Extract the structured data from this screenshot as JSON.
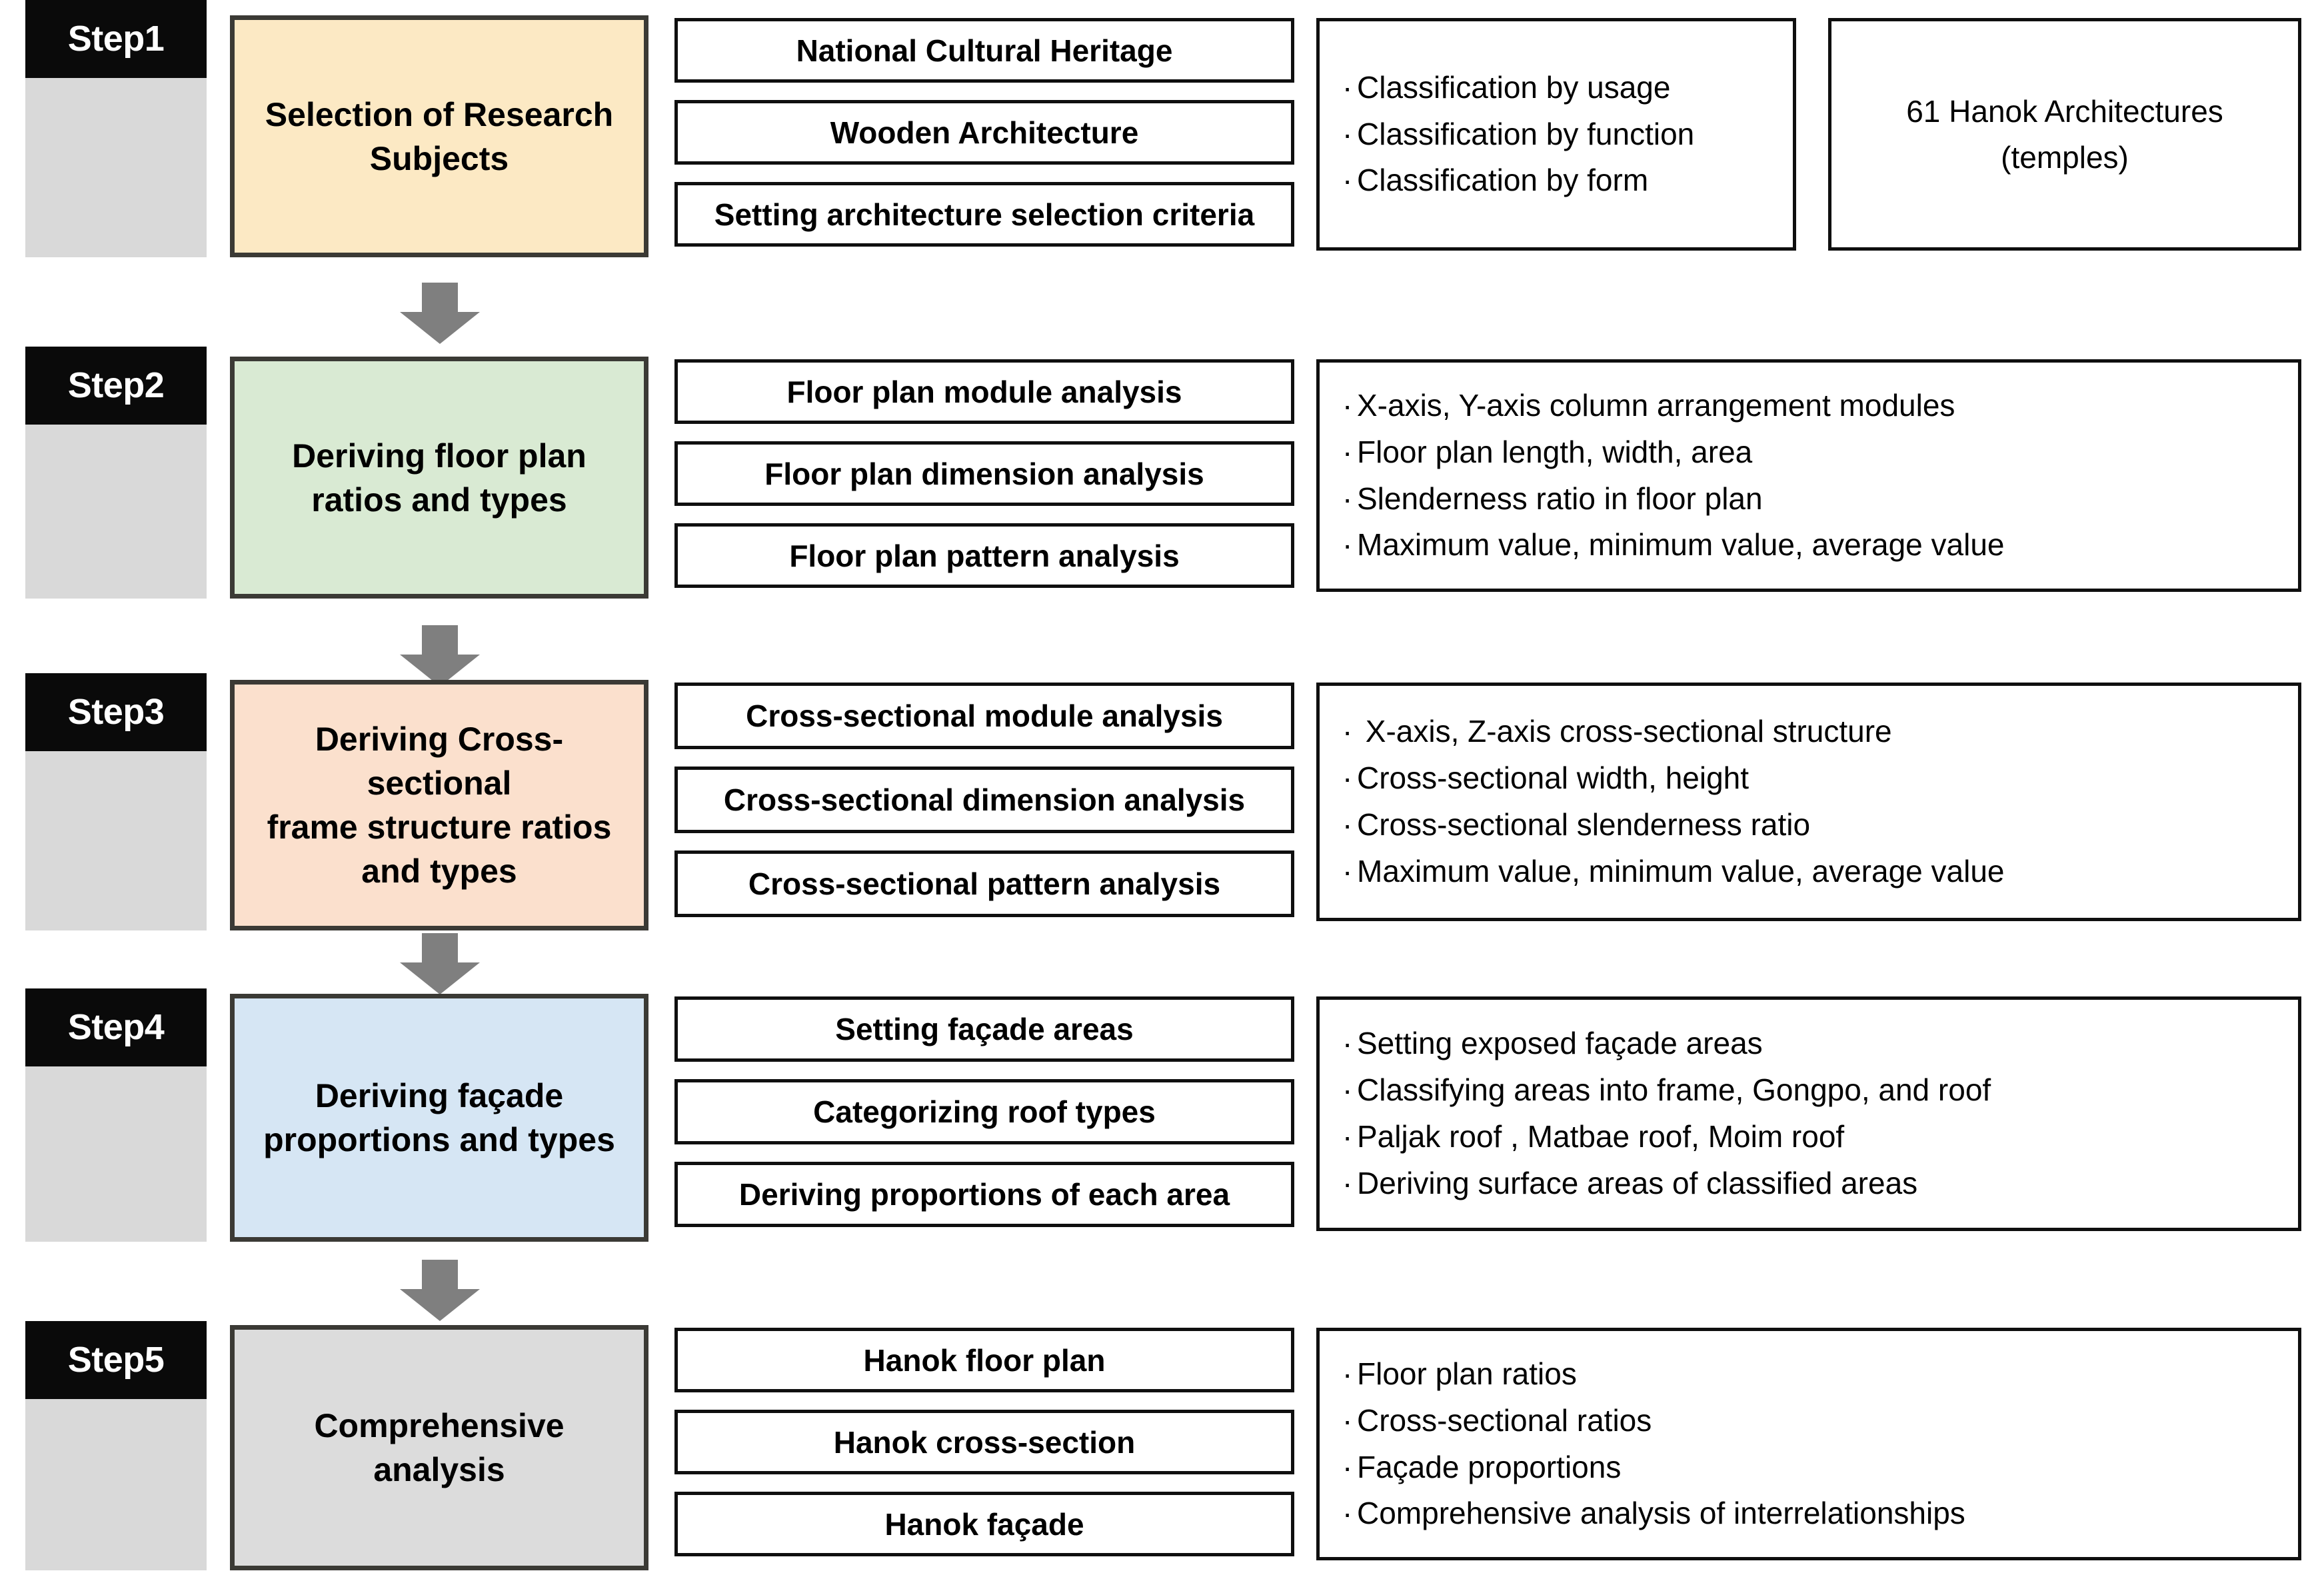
{
  "diagram": {
    "title": "Research process flowchart for Hanok architecture analysis",
    "arrow_icon": "down-arrow-icon",
    "colors": {
      "step_badge_bg": "#0a0a0a",
      "step_badge_text": "#ffffff",
      "step_rail": "#d9d9d9",
      "arrow": "#7f7f7f",
      "box_border": "#0f0f0f",
      "title_border": "#3b3a35"
    },
    "steps": [
      {
        "badge": "Step1",
        "title_lines": [
          "Selection of Research",
          "Subjects"
        ],
        "title_fill": "#fce9c4",
        "tasks": [
          "National Cultural Heritage",
          "Wooden Architecture",
          "Setting architecture selection criteria"
        ],
        "bullets": [
          "Classification by usage",
          "Classification by function",
          "Classification by form"
        ],
        "result_lines": [
          "61 Hanok Architectures",
          "(temples)"
        ]
      },
      {
        "badge": "Step2",
        "title_lines": [
          "Deriving  floor plan",
          "ratios and types"
        ],
        "title_fill": "#d9ead3",
        "tasks": [
          "Floor plan module analysis",
          "Floor plan dimension analysis",
          "Floor plan pattern analysis"
        ],
        "bullets": [
          "X-axis, Y-axis column arrangement modules",
          "Floor plan length, width, area",
          "Slenderness ratio in floor plan",
          "Maximum value, minimum value, average value"
        ],
        "result_lines": []
      },
      {
        "badge": "Step3",
        "title_lines": [
          "Deriving Cross-sectional",
          "frame structure ratios",
          "and types"
        ],
        "title_fill": "#fbe0cd",
        "tasks": [
          "Cross-sectional module analysis",
          "Cross-sectional dimension analysis",
          "Cross-sectional pattern analysis"
        ],
        "bullets": [
          " X-axis, Z-axis cross-sectional structure",
          "Cross-sectional width, height",
          "Cross-sectional slenderness ratio",
          "Maximum value, minimum value, average value"
        ],
        "result_lines": []
      },
      {
        "badge": "Step4",
        "title_lines": [
          "Deriving façade",
          "proportions and types"
        ],
        "title_fill": "#d6e6f4",
        "tasks": [
          "Setting façade areas",
          "Categorizing roof types",
          "Deriving proportions of each area"
        ],
        "bullets": [
          "Setting exposed façade areas",
          "Classifying areas into frame, Gongpo, and roof",
          "Paljak roof , Matbae roof, Moim roof",
          "Deriving surface areas of classified areas"
        ],
        "result_lines": []
      },
      {
        "badge": "Step5",
        "title_lines": [
          "Comprehensive analysis"
        ],
        "title_fill": "#dcdcdc",
        "tasks": [
          "Hanok floor plan",
          "Hanok cross-section",
          "Hanok façade"
        ],
        "bullets": [
          "Floor plan ratios",
          "Cross-sectional ratios",
          "Façade proportions",
          "Comprehensive analysis of interrelationships"
        ],
        "result_lines": []
      }
    ]
  }
}
